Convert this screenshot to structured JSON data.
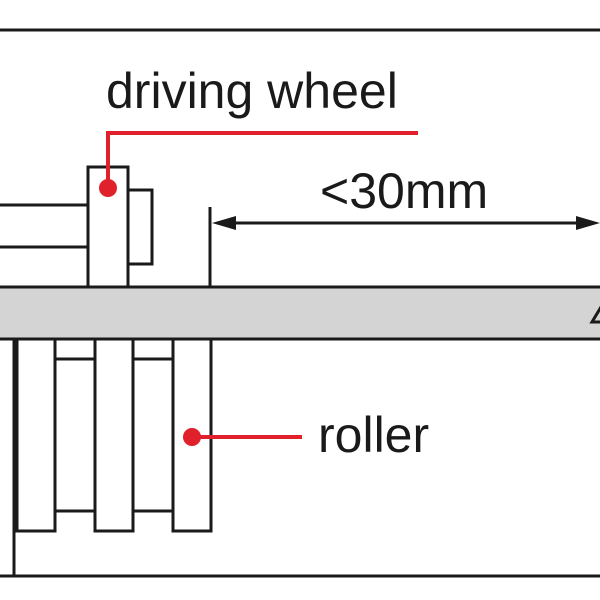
{
  "labels": {
    "driving_wheel": "driving wheel",
    "dimension": "<30mm",
    "roller": "roller"
  },
  "colors": {
    "leader": "#e0202b",
    "plate": "#d4d4d4",
    "outline": "#1a1a1a"
  }
}
